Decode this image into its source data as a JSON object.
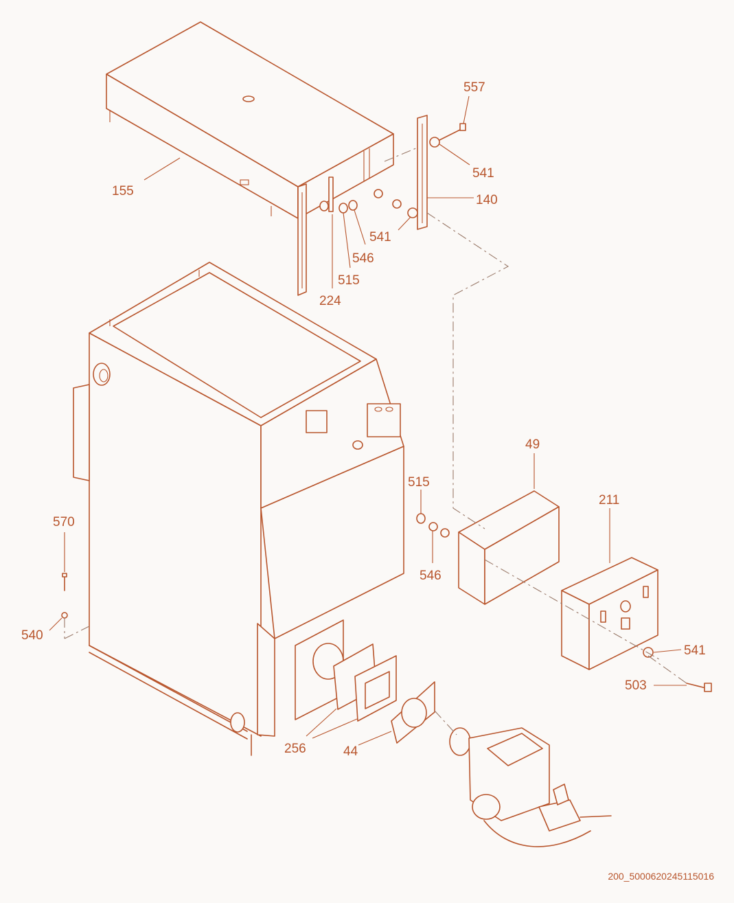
{
  "labels": {
    "p557": "557",
    "p541a": "541",
    "p140": "140",
    "p155": "155",
    "p541b": "541",
    "p546a": "546",
    "p515a": "515",
    "p224": "224",
    "p49": "49",
    "p211": "211",
    "p515b": "515",
    "p546b": "546",
    "p570": "570",
    "p540": "540",
    "p541c": "541",
    "p503": "503",
    "p256": "256",
    "p44": "44"
  },
  "drawing_ref": "200_5000620245115016",
  "colors": {
    "line": "#b8552c",
    "background": "#fbf9f7"
  }
}
